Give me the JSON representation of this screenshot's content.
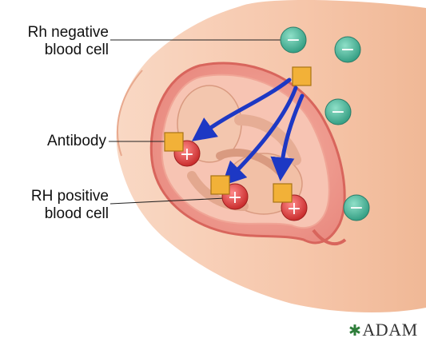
{
  "labels": {
    "rh_negative": [
      "Rh negative",
      "blood cell"
    ],
    "antibody": "Antibody",
    "rh_positive": [
      "RH positive",
      "blood cell"
    ]
  },
  "logo": {
    "text": "ADAM",
    "mark": "✱"
  },
  "symbols": {
    "negative": "−",
    "positive": "+"
  },
  "colors": {
    "skin": "#f7c9ae",
    "uterus": "#eb8f86",
    "fetus": "#f2c0a6",
    "negative_cell": "#4fb59b",
    "positive_cell": "#d83a3a",
    "antibody": "#f2b138",
    "arrow": "#1d38c4"
  }
}
